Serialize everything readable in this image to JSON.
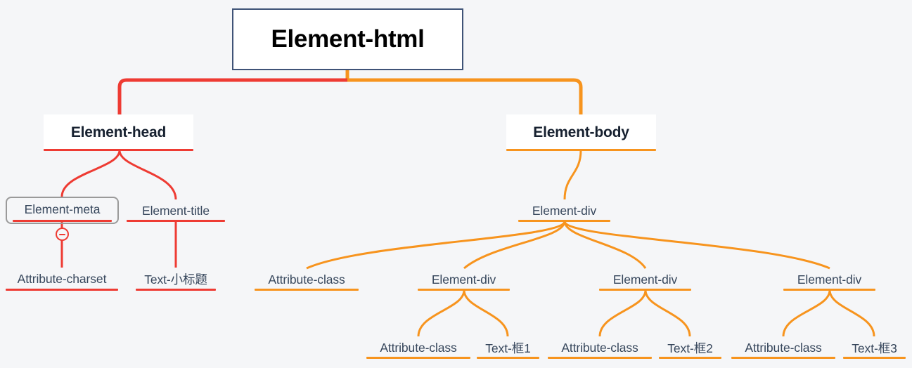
{
  "diagram": {
    "type": "mindmap-tree",
    "title": "Element-html",
    "background_color": "#f5f6f8",
    "colors": {
      "root_border": "#3f5377",
      "head_branch": "#ee3b33",
      "body_branch": "#f7941e",
      "node_text": "#37475c",
      "branch_text": "#16202f",
      "root_text": "#000000",
      "selection_border": "#9a9a9a"
    }
  },
  "nodes": {
    "root": {
      "label": "Element-html"
    },
    "head": {
      "label": "Element-head"
    },
    "body": {
      "label": "Element-body"
    },
    "meta": {
      "label": "Element-meta",
      "selected": "true",
      "collapse_icon": "minus-circle-icon"
    },
    "title": {
      "label": "Element-title"
    },
    "charset": {
      "label": "Attribute-charset"
    },
    "text_subtitle": {
      "label": "Text-小标题"
    },
    "body_div": {
      "label": "Element-div"
    },
    "attr_class_0": {
      "label": "Attribute-class"
    },
    "div_1": {
      "label": "Element-div"
    },
    "div_2": {
      "label": "Element-div"
    },
    "div_3": {
      "label": "Element-div"
    },
    "attr_class_1": {
      "label": "Attribute-class"
    },
    "text_box_1": {
      "label": "Text-框1"
    },
    "attr_class_2": {
      "label": "Attribute-class"
    },
    "text_box_2": {
      "label": "Text-框2"
    },
    "attr_class_3": {
      "label": "Attribute-class"
    },
    "text_box_3": {
      "label": "Text-框3"
    }
  }
}
